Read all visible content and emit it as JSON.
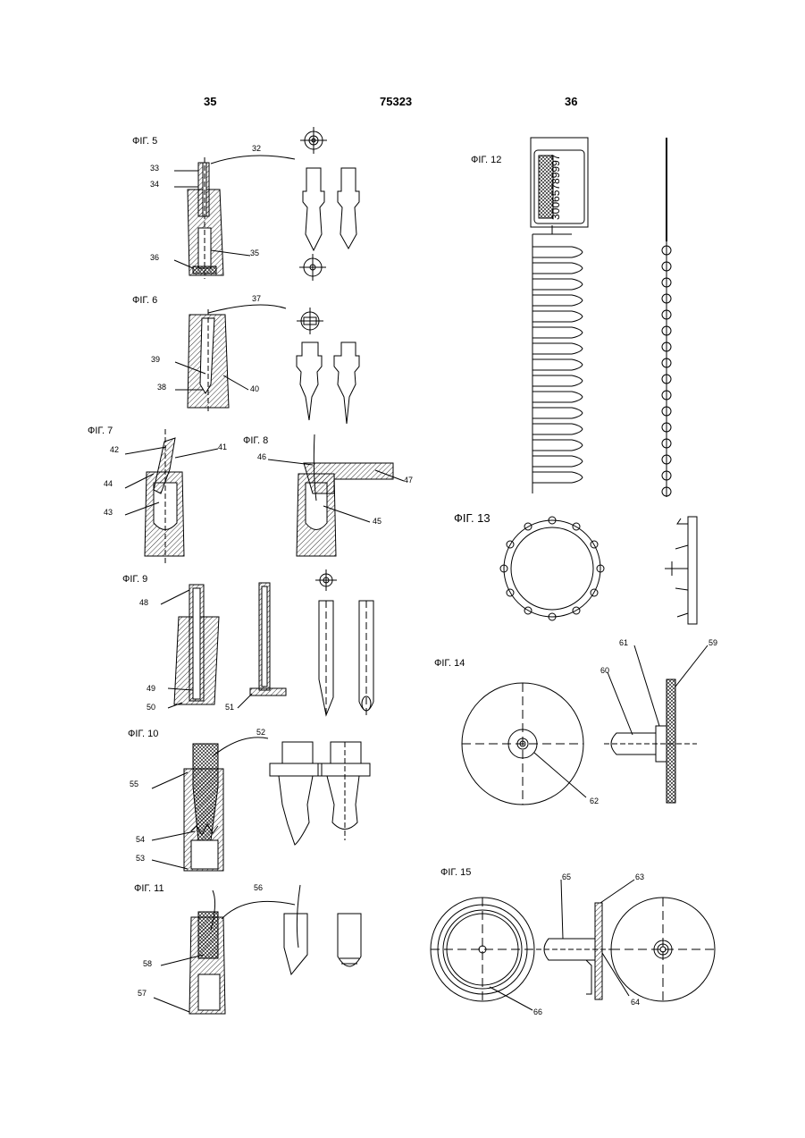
{
  "header": {
    "left_page": "35",
    "center": "75323",
    "right_page": "36"
  },
  "figures": {
    "f5": "ФІГ. 5",
    "f6": "ФІГ. 6",
    "f7": "ФІГ. 7",
    "f8": "ФІГ. 8",
    "f9": "ФІГ. 9",
    "f10": "ФІГ. 10",
    "f11": "ФІГ. 11",
    "f12": "ФІГ. 12",
    "f13": "ФІГ. 13",
    "f14": "ФІГ. 14",
    "f15": "ФІГ. 15"
  },
  "refs": {
    "r32": "32",
    "r33": "33",
    "r34": "34",
    "r35": "35",
    "r36": "36",
    "r37": "37",
    "r38": "38",
    "r39": "39",
    "r40": "40",
    "r41": "41",
    "r42": "42",
    "r43": "43",
    "r44": "44",
    "r45": "45",
    "r46": "46",
    "r47": "47",
    "r48": "48",
    "r49": "49",
    "r50": "50",
    "r51": "51",
    "r52": "52",
    "r53": "53",
    "r54": "54",
    "r55": "55",
    "r56": "56",
    "r57": "57",
    "r58": "58",
    "r59": "59",
    "r60": "60",
    "r61": "61",
    "r62": "62",
    "r63": "63",
    "r64": "64",
    "r65": "65",
    "r66": "66"
  },
  "barcode_number": "30065789997"
}
